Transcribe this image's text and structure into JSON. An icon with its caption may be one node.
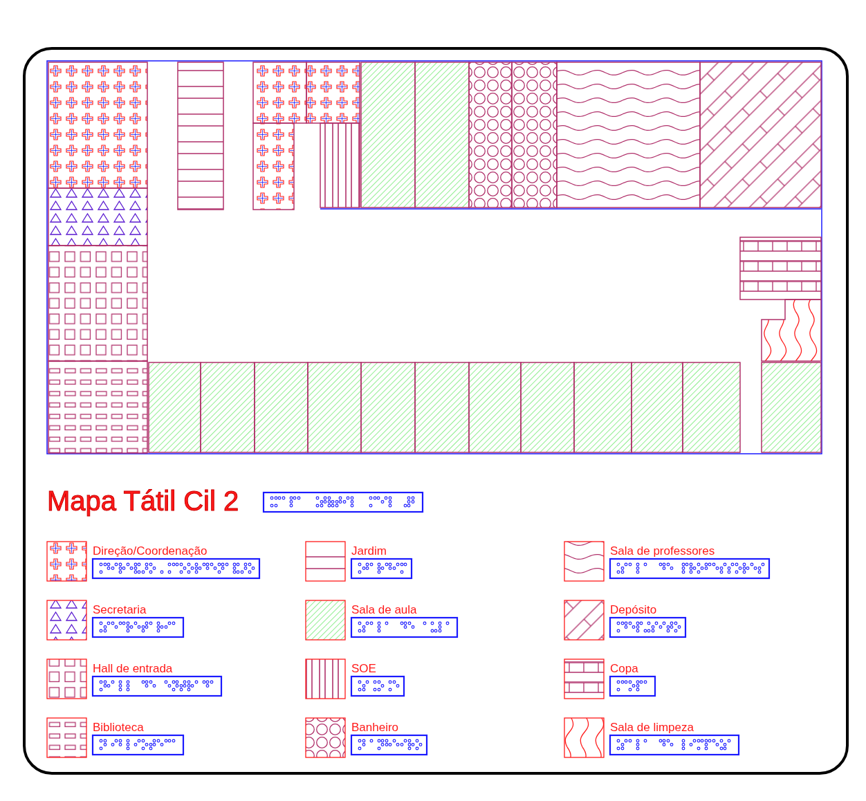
{
  "diagram": {
    "title": "Mapa Tátil Cil 2",
    "legend": [
      {
        "text": "Direção/Coordenação"
      },
      {
        "text": "Jardim"
      },
      {
        "text": "Sala de professores"
      },
      {
        "text": "Secretaria"
      },
      {
        "text": "Sala de aula"
      },
      {
        "text": "Depósito"
      },
      {
        "text": "Hall de entrada"
      },
      {
        "text": "SOE"
      },
      {
        "text": "Copa"
      },
      {
        "text": "Biblioteca"
      },
      {
        "text": "Banheiro"
      },
      {
        "text": "Sala de limpeza"
      }
    ]
  }
}
